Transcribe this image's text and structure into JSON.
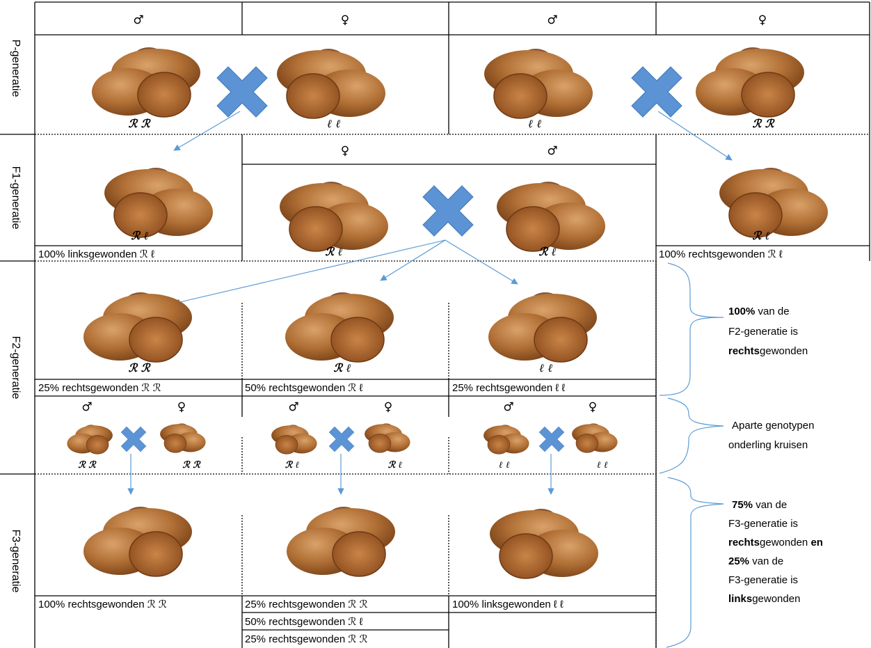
{
  "rows": {
    "p": "P-generatie",
    "f1": "F1-generatie",
    "f2": "F2-generatie",
    "f3": "F3-generatie"
  },
  "sex": {
    "male": "♂",
    "female": "♀"
  },
  "genotypes": {
    "RR": "ℛ ℛ",
    "ll": "ℓ ℓ",
    "Rl": "ℛ ℓ"
  },
  "f1": {
    "left": "100% linksgewonden ℛ ℓ",
    "right": "100% rechtsgewonden ℛ ℓ"
  },
  "f2": {
    "c1": "25% rechtsgewonden ℛ ℛ",
    "c2": "50% rechtsgewonden ℛ ℓ",
    "c3": "25% rechtsgewonden ℓ ℓ"
  },
  "f3": {
    "c1": "100% rechtsgewonden ℛ ℛ",
    "c2a": "25% rechtsgewonden ℛ ℛ",
    "c2b": "50% rechtsgewonden ℛ ℓ",
    "c2c": "25% rechtsgewonden ℛ ℛ",
    "c3": "100% linksgewonden ℓ ℓ"
  },
  "notes": {
    "f2_a": "100%",
    "f2_b": " van de",
    "f2_c": "F2-generatie is",
    "f2_d": "rechts",
    "f2_e": "gewonden",
    "cross_a": "Aparte genotypen",
    "cross_b": "onderling kruisen",
    "f3_a": "75%",
    "f3_b": " van de",
    "f3_c": "F3-generatie is",
    "f3_d": "rechts",
    "f3_e": "gewonden ",
    "f3_f": "en",
    "f3_g": "25%",
    "f3_h": " van de",
    "f3_i": "F3-generatie is",
    "f3_j": "links",
    "f3_k": "gewonden"
  },
  "colors": {
    "cross": "#5b93d5",
    "arrow": "#5b9bd5",
    "shell": "#a8622c"
  }
}
